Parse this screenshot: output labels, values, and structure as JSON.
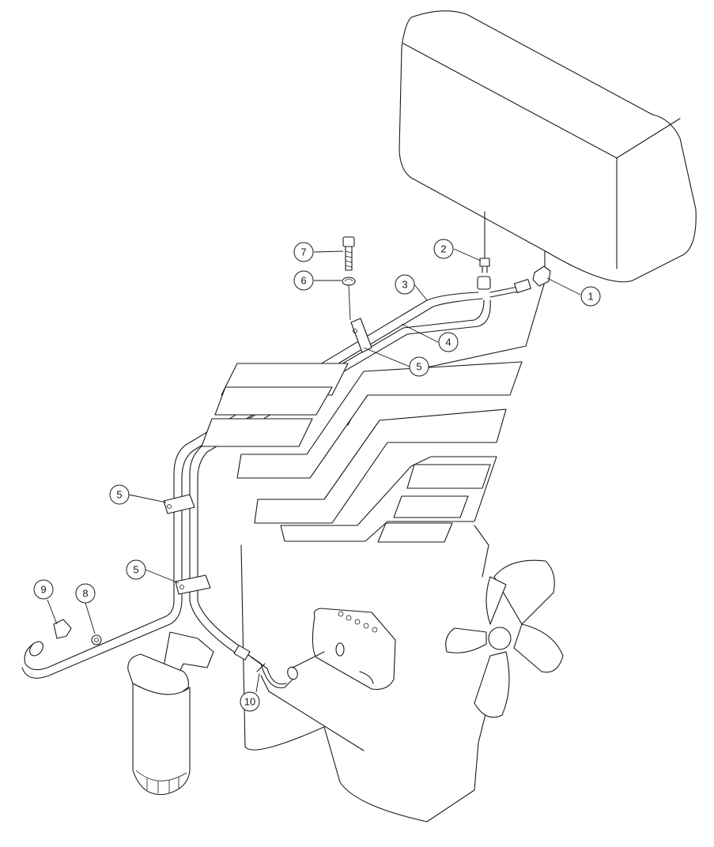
{
  "callouts": [
    {
      "id": "c1",
      "label": "1"
    },
    {
      "id": "c2",
      "label": "2"
    },
    {
      "id": "c3",
      "label": "3"
    },
    {
      "id": "c4",
      "label": "4"
    },
    {
      "id": "c5a",
      "label": "5"
    },
    {
      "id": "c5b",
      "label": "5"
    },
    {
      "id": "c5c",
      "label": "5"
    },
    {
      "id": "c6",
      "label": "6"
    },
    {
      "id": "c7",
      "label": "7"
    },
    {
      "id": "c8",
      "label": "8"
    },
    {
      "id": "c9",
      "label": "9"
    },
    {
      "id": "c10",
      "label": "10"
    }
  ]
}
